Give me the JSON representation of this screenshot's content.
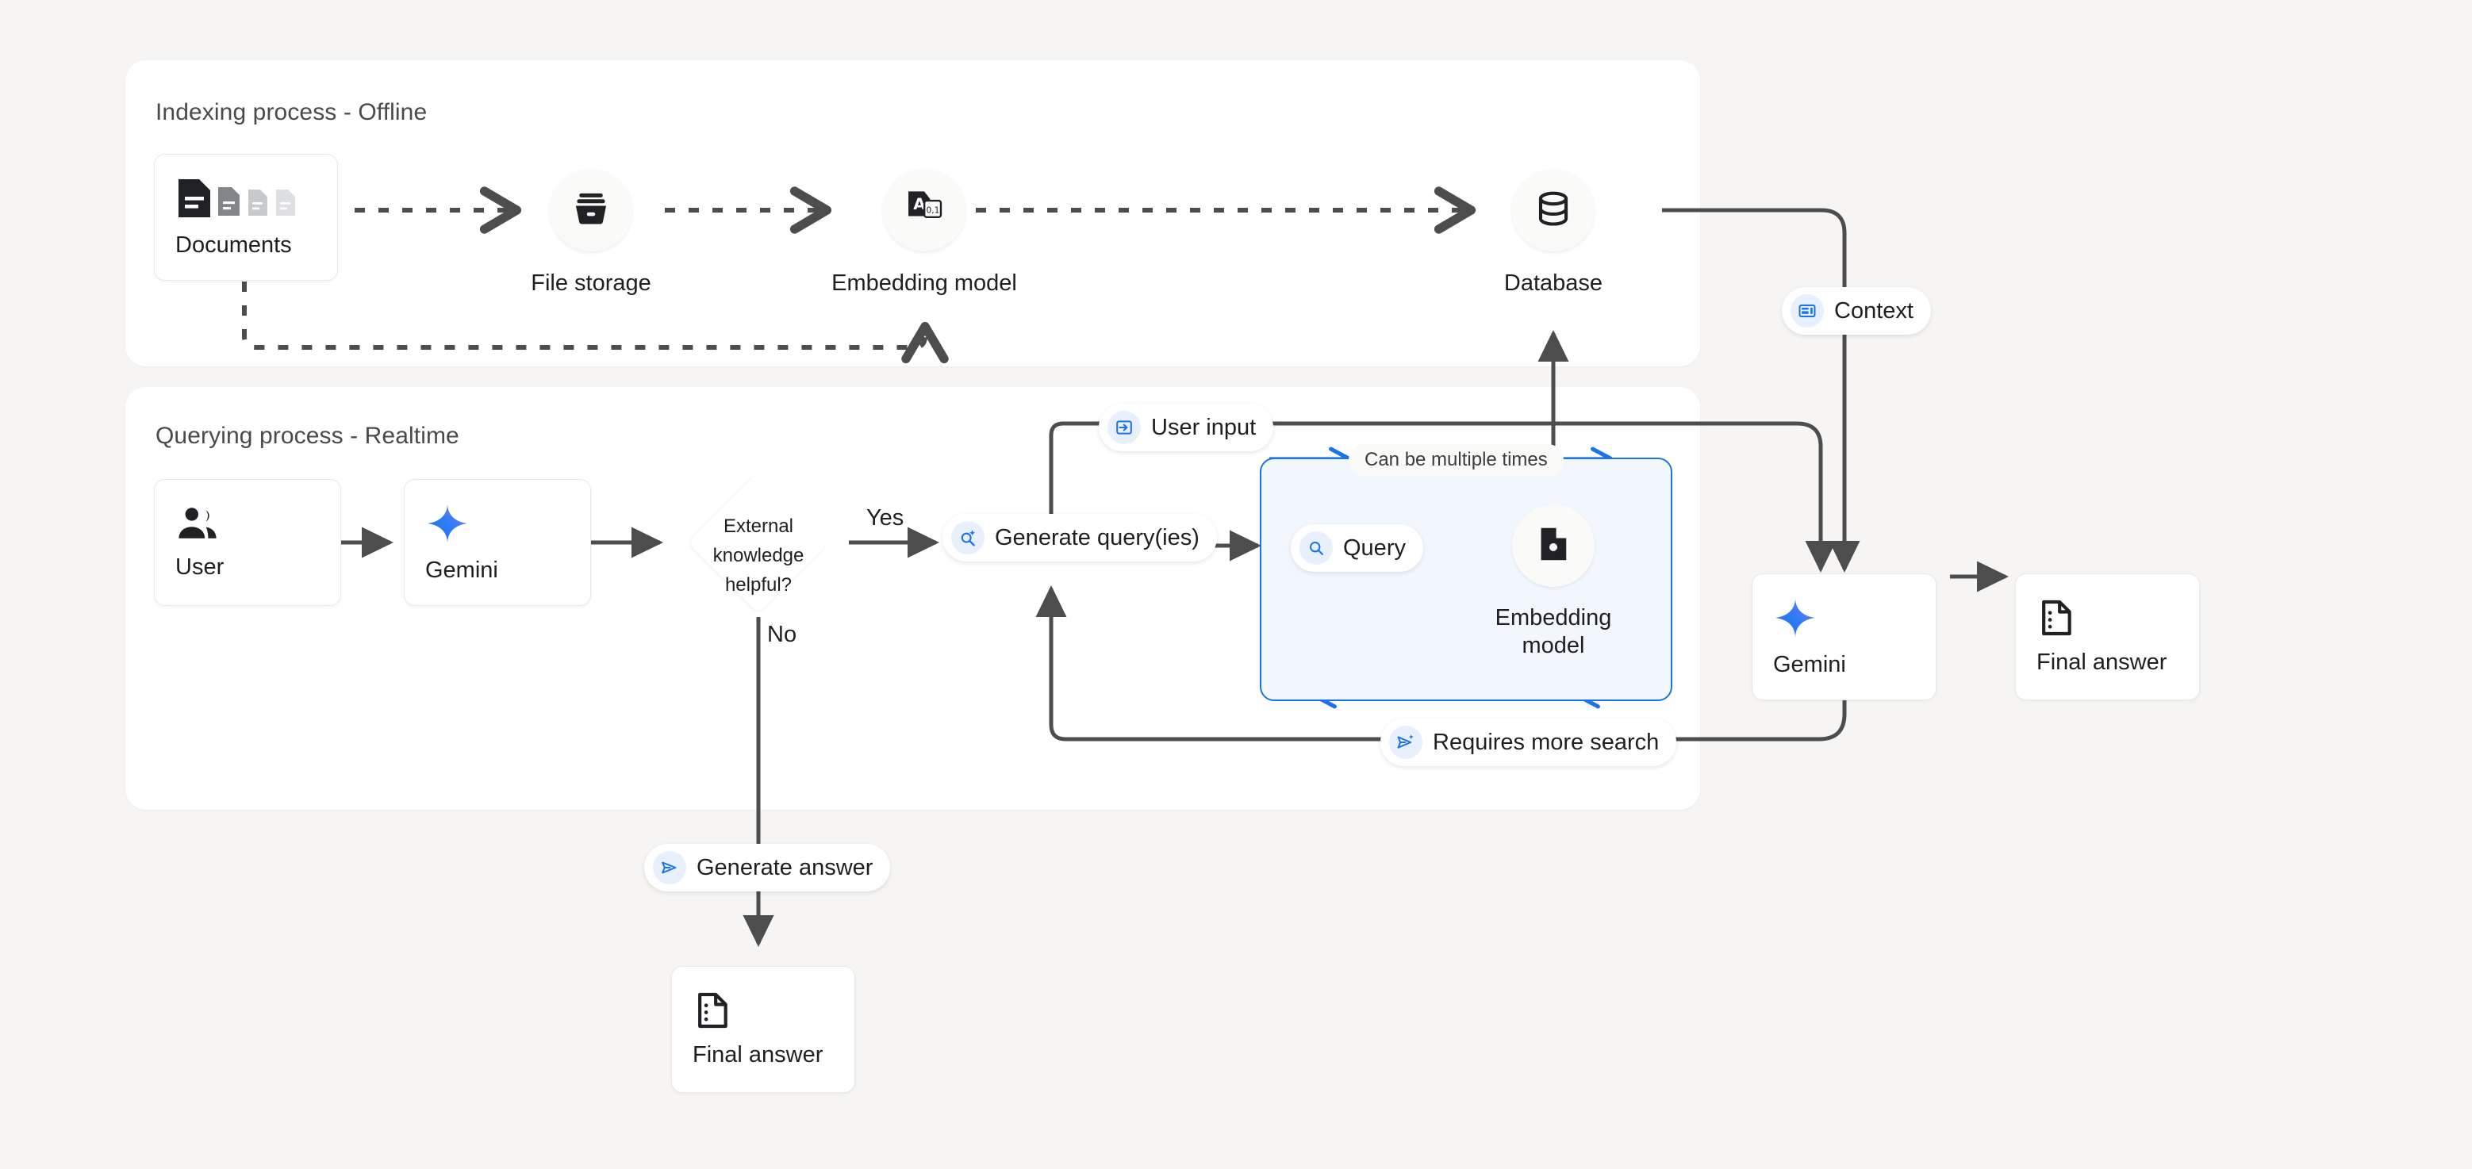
{
  "page": {
    "background": "#f6f5f3",
    "accent_blue": "#1a73e8",
    "line_color": "#4d4d4d"
  },
  "panels": [
    {
      "id": "indexing",
      "title": "Indexing process - Offline"
    },
    {
      "id": "querying",
      "title": "Querying process - Realtime"
    }
  ],
  "indexing": {
    "nodes": [
      {
        "id": "documents",
        "label": "Documents",
        "icon": "documents-icon",
        "shape": "card"
      },
      {
        "id": "file_storage",
        "label": "File storage",
        "icon": "file-storage-icon",
        "shape": "circle"
      },
      {
        "id": "embedding_model",
        "label": "Embedding model",
        "icon": "embedding-model-icon",
        "shape": "circle"
      },
      {
        "id": "database",
        "label": "Database",
        "icon": "database-icon",
        "shape": "circle"
      }
    ]
  },
  "querying": {
    "nodes": [
      {
        "id": "user",
        "label": "User",
        "icon": "user-icon",
        "shape": "card"
      },
      {
        "id": "gemini_in",
        "label": "Gemini",
        "icon": "gemini-sparkle-icon",
        "shape": "card"
      },
      {
        "id": "decision",
        "label": "External\nknowledge\nhelpful?",
        "shape": "diamond"
      },
      {
        "id": "embedding_model_query",
        "label": "Embedding\nmodel",
        "icon": "document-search-icon",
        "shape": "circle"
      },
      {
        "id": "gemini_out",
        "label": "Gemini",
        "icon": "gemini-sparkle-icon",
        "shape": "card"
      },
      {
        "id": "final_answer_right",
        "label": "Final answer",
        "icon": "final-answer-icon",
        "shape": "card"
      },
      {
        "id": "final_answer_bottom",
        "label": "Final answer",
        "icon": "final-answer-icon",
        "shape": "card"
      }
    ],
    "pills": [
      {
        "id": "context",
        "label": "Context",
        "icon": "context-icon"
      },
      {
        "id": "user_input",
        "label": "User input",
        "icon": "login-icon"
      },
      {
        "id": "generate_queries",
        "label": "Generate query(ies)",
        "icon": "search-sparkle-icon"
      },
      {
        "id": "query",
        "label": "Query",
        "icon": "search-icon"
      },
      {
        "id": "requires_more_search",
        "label": "Requires more search",
        "icon": "send-sparkle-icon"
      },
      {
        "id": "generate_answer",
        "label": "Generate answer",
        "icon": "send-icon"
      }
    ],
    "edge_labels": [
      {
        "id": "yes",
        "label": "Yes"
      },
      {
        "id": "no",
        "label": "No"
      },
      {
        "id": "loop_note",
        "label": "Can be multiple times"
      }
    ]
  }
}
